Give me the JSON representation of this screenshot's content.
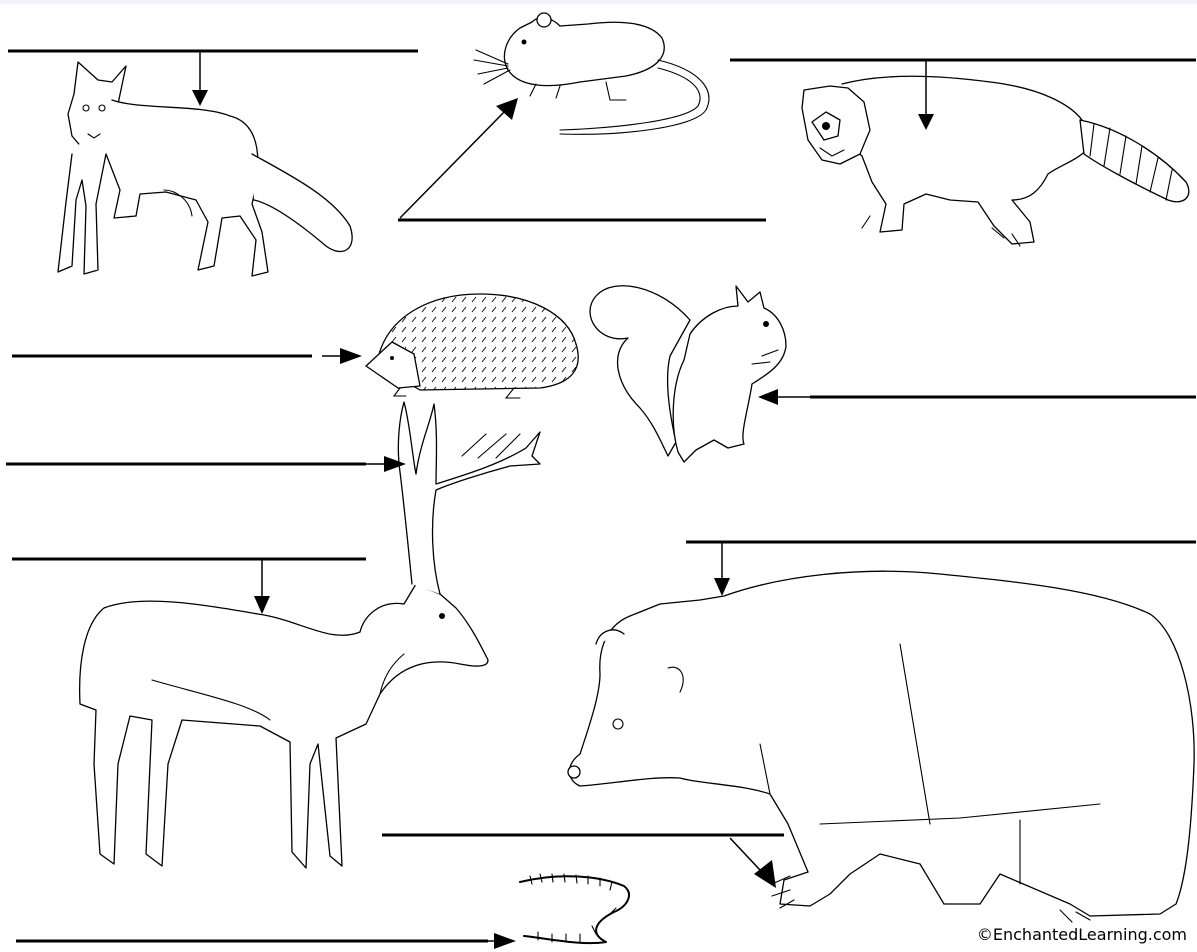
{
  "credit": "©EnchantedLearning.com",
  "animals": [
    {
      "name": "fox"
    },
    {
      "name": "mouse"
    },
    {
      "name": "raccoon"
    },
    {
      "name": "hedgehog"
    },
    {
      "name": "squirrel"
    },
    {
      "name": "deer-antlers"
    },
    {
      "name": "deer"
    },
    {
      "name": "bear"
    },
    {
      "name": "bear-claws"
    },
    {
      "name": "worm"
    }
  ],
  "colors": {
    "ink": "#000000",
    "paper": "#ffffff"
  }
}
